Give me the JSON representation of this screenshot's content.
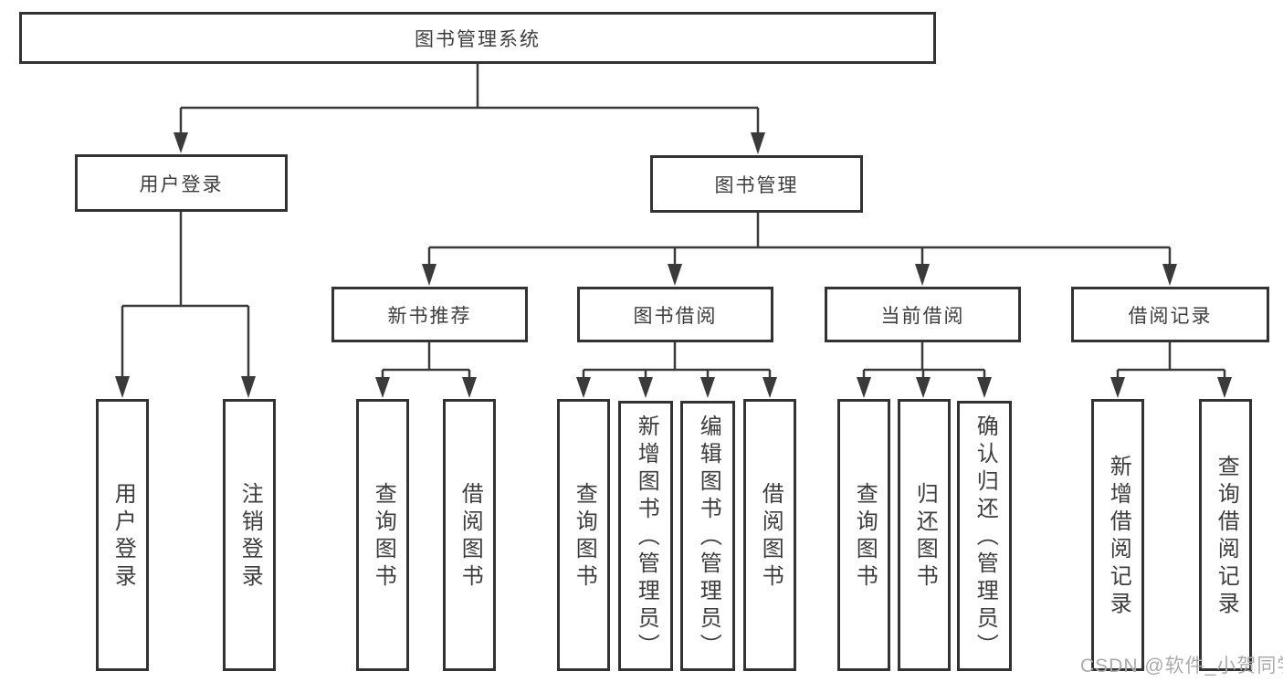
{
  "tree": {
    "root": "图书管理系统",
    "branches": [
      {
        "label": "用户登录",
        "leaves": [
          "用户登录",
          "注销登录"
        ]
      },
      {
        "label": "图书管理",
        "groups": [
          {
            "label": "新书推荐",
            "leaves": [
              "查询图书",
              "借阅图书"
            ]
          },
          {
            "label": "图书借阅",
            "leaves": [
              "查询图书",
              "新增图书（管理员）",
              "编辑图书（管理员）",
              "借阅图书"
            ]
          },
          {
            "label": "当前借阅",
            "leaves": [
              "查询图书",
              "归还图书",
              "确认归还（管理员）"
            ]
          },
          {
            "label": "借阅记录",
            "leaves": [
              "新增借阅记录",
              "查询借阅记录"
            ]
          }
        ]
      }
    ]
  },
  "watermark": "CSDN @软件_小贺同学",
  "colors": {
    "line": "#3a3a3a",
    "box_border": "#333333",
    "text": "#3d3d3d",
    "background": "#ffffff",
    "watermark": "#ababab"
  }
}
